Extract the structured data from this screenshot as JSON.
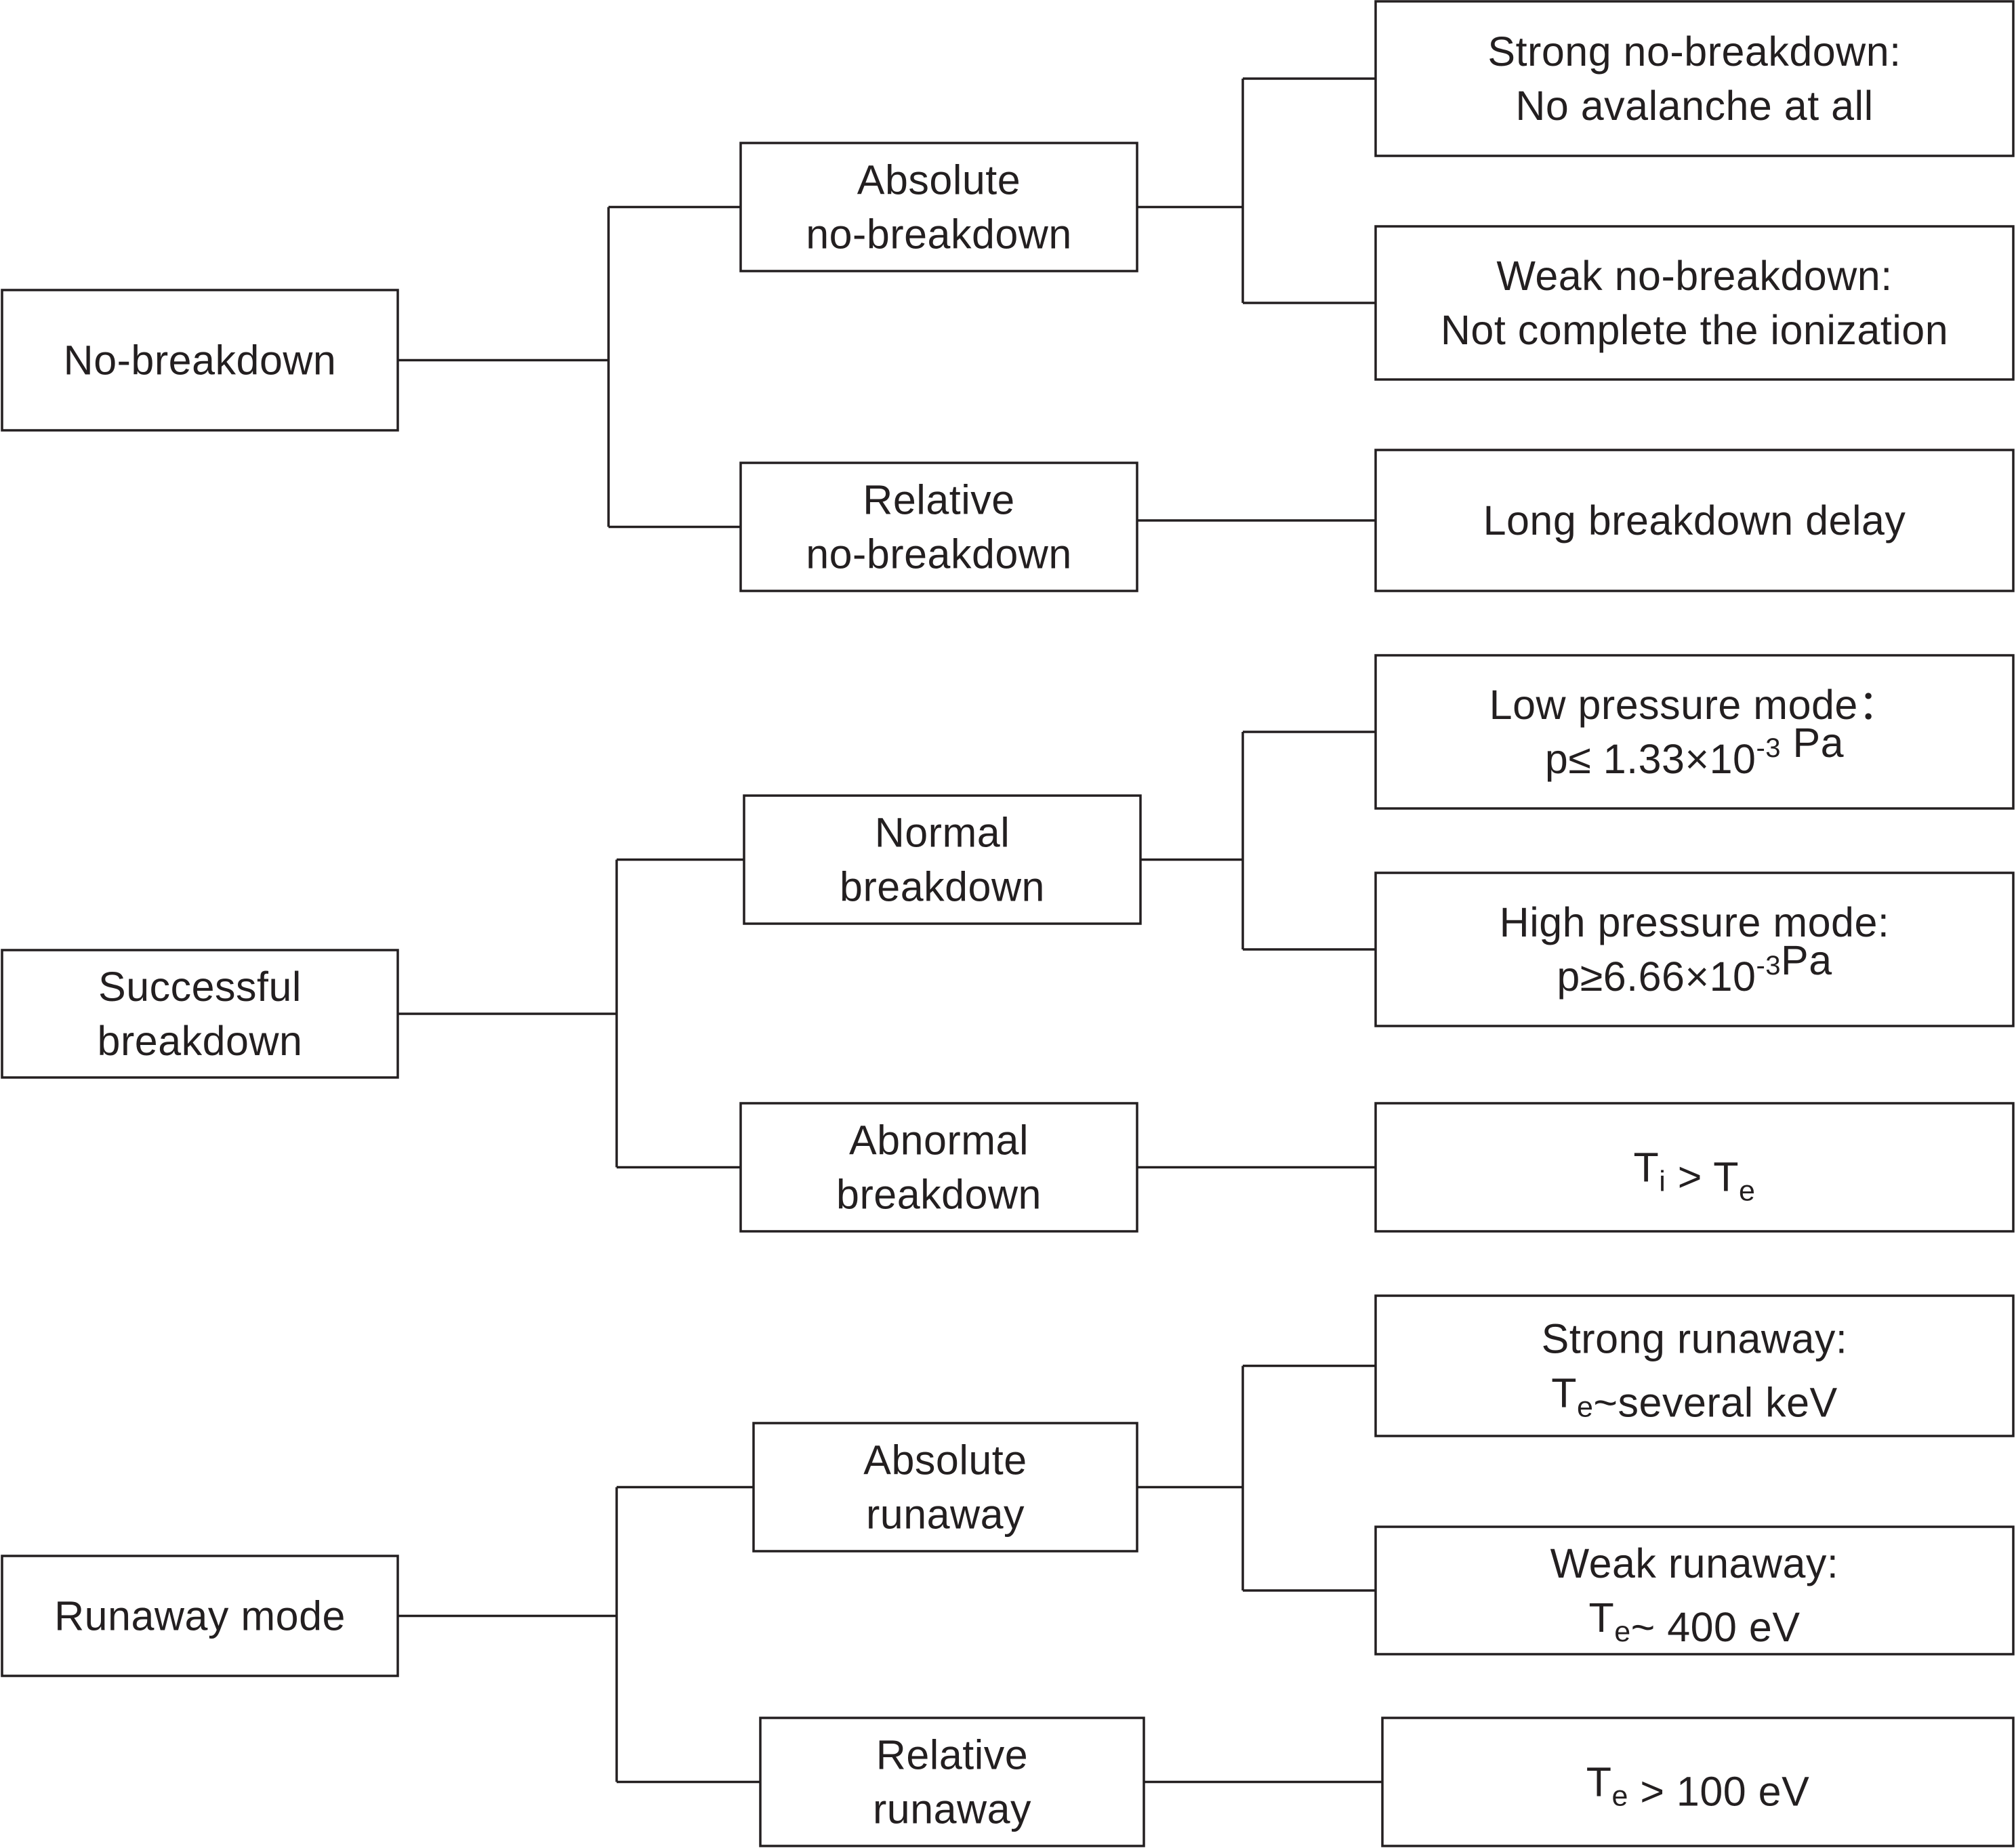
{
  "groups": [
    {
      "root": {
        "lines": [
          "No-breakdown"
        ]
      },
      "branches": [
        {
          "label": {
            "lines": [
              "Absolute",
              "no-breakdown"
            ]
          },
          "leaves": [
            {
              "lines": [
                "Strong no-breakdown:",
                "No avalanche at all"
              ]
            },
            {
              "lines": [
                "Weak no-breakdown:",
                "Not complete the ionization"
              ]
            }
          ]
        },
        {
          "label": {
            "lines": [
              "Relative",
              "no-breakdown"
            ]
          },
          "leaves": [
            {
              "lines": [
                "Long breakdown delay"
              ]
            }
          ]
        }
      ]
    },
    {
      "root": {
        "lines": [
          "Successful",
          "breakdown"
        ]
      },
      "branches": [
        {
          "label": {
            "lines": [
              "Normal",
              "breakdown"
            ]
          },
          "leaves": [
            {
              "lines": [
                "Low pressure mode：",
                "p≤ 1.33×10-3 Pa"
              ]
            },
            {
              "lines": [
                "High pressure mode:",
                "p≥6.66×10-3Pa"
              ]
            }
          ]
        },
        {
          "label": {
            "lines": [
              "Abnormal",
              "breakdown"
            ]
          },
          "leaves": [
            {
              "lines": [
                "Ti > Te"
              ]
            }
          ]
        }
      ]
    },
    {
      "root": {
        "lines": [
          "Runaway mode"
        ]
      },
      "branches": [
        {
          "label": {
            "lines": [
              "Absolute",
              "runaway"
            ]
          },
          "leaves": [
            {
              "lines": [
                "Strong runaway:",
                "Te~several keV"
              ]
            },
            {
              "lines": [
                "Weak runaway:",
                "Te~ 400 eV"
              ]
            }
          ]
        },
        {
          "label": {
            "lines": [
              "Relative",
              "runaway"
            ]
          },
          "leaves": [
            {
              "lines": [
                "Te > 100 eV"
              ]
            }
          ]
        }
      ]
    }
  ]
}
